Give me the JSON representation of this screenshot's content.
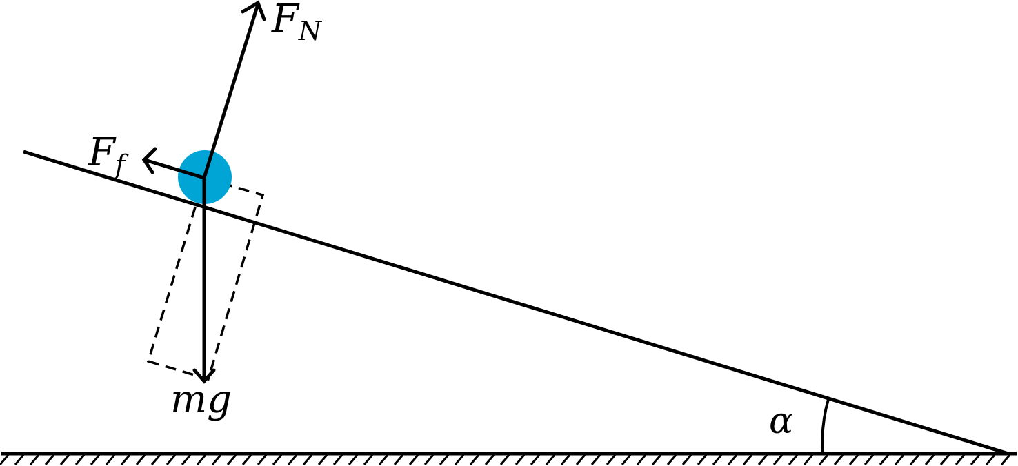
{
  "labels": {
    "normal_force": {
      "main": "F",
      "sub": "N"
    },
    "friction_force": {
      "main": "F",
      "sub": "f"
    },
    "gravity": "mg",
    "angle": "α"
  },
  "colors": {
    "ball": "#00a5d6",
    "stroke": "#000000"
  }
}
